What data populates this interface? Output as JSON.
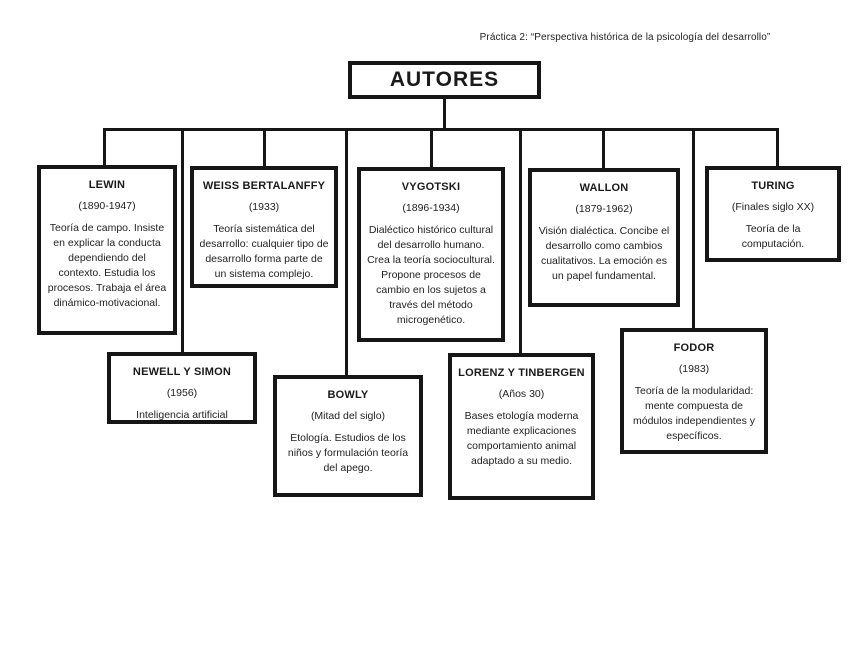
{
  "page": {
    "header": "Práctica 2: “Perspectiva histórica de la psicología del desarrollo”",
    "root_label": "AUTORES"
  },
  "colors": {
    "ink": "#161616",
    "text": "#222222",
    "background": "#ffffff"
  },
  "nodes": [
    {
      "id": "lewin",
      "title": "LEWIN",
      "period": "(1890-1947)",
      "description": "Teoría de campo. Insiste en explicar la conducta dependiendo del contexto. Estudia los procesos. Trabaja el área dinámico-motivacional."
    },
    {
      "id": "weiss-bertalanffy",
      "title": "WEISS BERTALANFFY",
      "period": "(1933)",
      "description": "Teoría sistemática del desarrollo: cualquier tipo de desarrollo forma parte de un sistema complejo."
    },
    {
      "id": "vygotski",
      "title": "VYGOTSKI",
      "period": "(1896-1934)",
      "description": "Dialéctico histórico cultural del desarrollo humano. Crea la teoría sociocultural. Propone procesos de cambio en los sujetos a través del método microgenético."
    },
    {
      "id": "wallon",
      "title": "WALLON",
      "period": "(1879-1962)",
      "description": "Visión dialéctica. Concibe el desarrollo como cambios cualitativos. La emoción es un papel fundamental."
    },
    {
      "id": "turing",
      "title": "TURING",
      "period": "(Finales siglo XX)",
      "description": "Teoría de la computación."
    },
    {
      "id": "newell-y-simon",
      "title": "NEWELL Y SIMON",
      "period": "(1956)",
      "description": "Inteligencia artificial"
    },
    {
      "id": "bowly",
      "title": "BOWLY",
      "period": "(Mitad del siglo)",
      "description": "Etología. Estudios de los niños y formulación teoría del apego."
    },
    {
      "id": "lorenz-y-tinbergen",
      "title": "LORENZ Y TINBERGEN",
      "period": "(Años 30)",
      "description": "Bases etología moderna mediante explicaciones comportamiento animal adaptado a su medio."
    },
    {
      "id": "fodor",
      "title": "FODOR",
      "period": "(1983)",
      "description": "Teoría de la modularidad: mente compuesta de módulos independientes y específicos."
    }
  ]
}
